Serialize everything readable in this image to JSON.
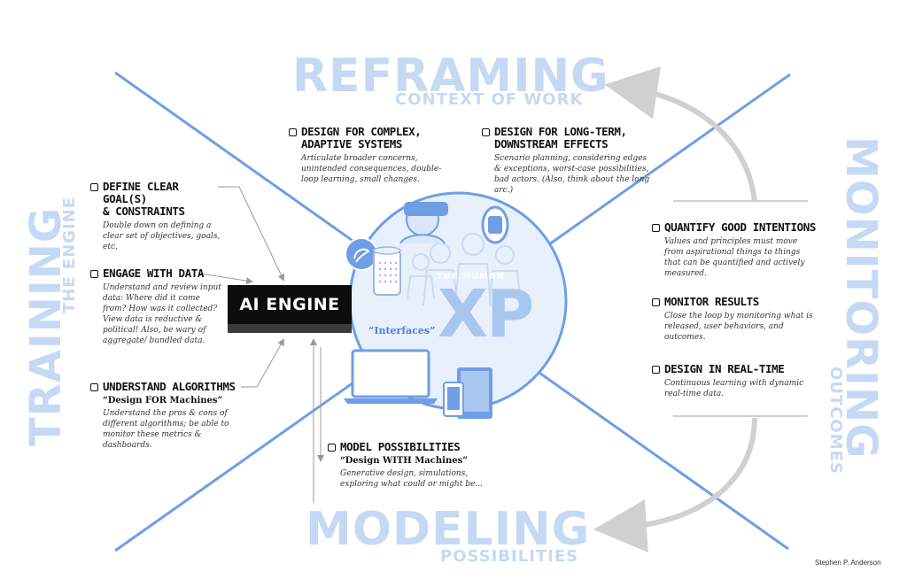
{
  "quadrants": {
    "top": {
      "title": "REFRAMING",
      "subtitle": "CONTEXT OF WORK"
    },
    "left": {
      "title": "TRAINING",
      "subtitle": "THE ENGINE"
    },
    "right": {
      "title": "MONITORING",
      "subtitle": "OUTCOMES"
    },
    "bottom": {
      "title": "MODELING",
      "subtitle": "POSSIBILITIES"
    }
  },
  "center": {
    "ai_engine": "AI ENGINE",
    "xp_label": "THE HUMAN",
    "xp_big": "XP",
    "interfaces": "“Interfaces”"
  },
  "items": {
    "design_complex": {
      "title1": "DESIGN FOR COMPLEX,",
      "title2": "ADAPTIVE SYSTEMS",
      "desc": "Articulate broader concerns, unintended consequences, double-loop learning, small changes."
    },
    "design_longterm": {
      "title1": "DESIGN FOR LONG-TERM,",
      "title2": "DOWNSTREAM EFFECTS",
      "desc": "Scenario planning, considering edges & exceptions, worst-case possibilities, bad actors. (Also, think about the long arc.)"
    },
    "define_goals": {
      "title1": "DEFINE CLEAR GOAL(S)",
      "title2": "& CONSTRAINTS",
      "desc": "Double down on defining a clear set of objectives, goals, etc."
    },
    "engage_data": {
      "title1": "ENGAGE WITH DATA",
      "desc": "Understand and review input data: Where did it come from? How was it collected? View data is reductive & political! Also, be wary of aggregate/ bundled data."
    },
    "understand_algorithms": {
      "title1": "UNDERSTAND ALGORITHMS",
      "tagline": "“Design FOR Machines”",
      "desc": "Understand the pros & cons of different algorithms; be able to monitor these metrics & dashboards."
    },
    "model_possibilities": {
      "title1": "MODEL POSSIBILITIES",
      "tagline": "“Design WITH Machines”",
      "desc": "Generative design, simulations, exploring what could or might be..."
    },
    "quantify": {
      "title1": "QUANTIFY GOOD INTENTIONS",
      "desc": "Values and principles must move from aspirational things to things that can be quantified and actively measured."
    },
    "monitor_results": {
      "title1": "MONITOR RESULTS",
      "desc": "Close the loop by monitoring what is released, user behaviors, and outcomes."
    },
    "design_realtime": {
      "title1": "DESIGN IN REAL-TIME",
      "desc": "Continuous learning with dynamic real-time data."
    }
  },
  "credit": "Stephen P.  Anderson",
  "colors": {
    "line_blue": "#6f9ee6",
    "pale_blue": "#c5d9f4",
    "circle_fill": "#e8f0fb",
    "arrow_gray": "#d0d0d0"
  }
}
